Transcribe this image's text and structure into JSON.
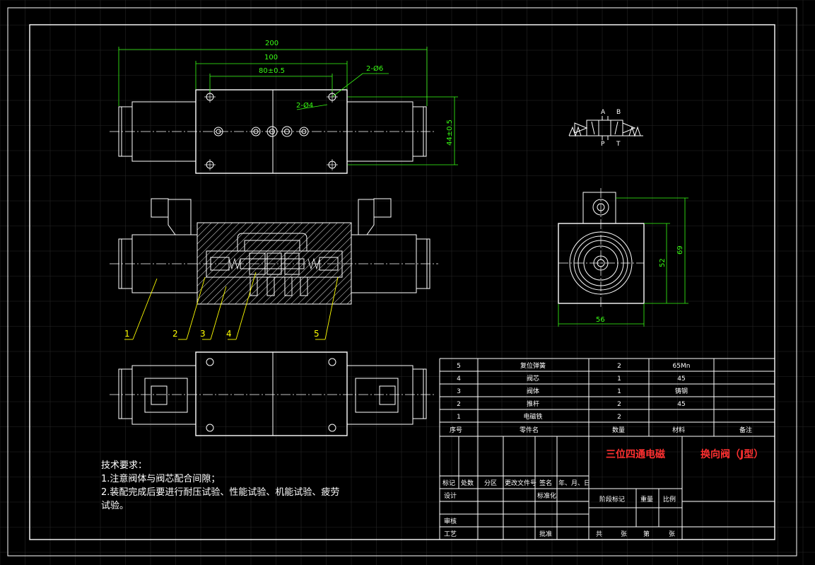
{
  "colors": {
    "background": "#000000",
    "line": "#ffffff",
    "dimension": "#39ff14",
    "leader": "#ffff00",
    "title_text": "#ff3030"
  },
  "dimensions": {
    "d200": "200",
    "d100": "100",
    "d80": "80±0.5",
    "hole6": "2-Ø6",
    "hole4": "2-Ø4",
    "d44": "44±0.5",
    "d52": "52",
    "d69": "69",
    "d56": "56"
  },
  "symbol": {
    "a": "A",
    "b": "B",
    "p": "P",
    "t": "T"
  },
  "callouts": [
    "1",
    "2",
    "3",
    "4",
    "5"
  ],
  "parts_table": {
    "rows": [
      {
        "no": "5",
        "name": "复位弹簧",
        "qty": "2",
        "material": "65Mn",
        "remark": ""
      },
      {
        "no": "4",
        "name": "阀芯",
        "qty": "1",
        "material": "45",
        "remark": ""
      },
      {
        "no": "3",
        "name": "阀体",
        "qty": "1",
        "material": "铸钢",
        "remark": ""
      },
      {
        "no": "2",
        "name": "推杆",
        "qty": "2",
        "material": "45",
        "remark": ""
      },
      {
        "no": "1",
        "name": "电磁铁",
        "qty": "2",
        "material": "",
        "remark": ""
      }
    ],
    "header": {
      "no": "序号",
      "name": "零件名",
      "qty": "数量",
      "material": "材料",
      "remark": "备注"
    }
  },
  "title_block": {
    "title_left": "三位四通电磁",
    "title_right": "换向阀（J型）",
    "rev_headers": [
      "标记",
      "处数",
      "分区",
      "更改文件号",
      "签名",
      "年、月、日"
    ],
    "design": "设计",
    "standardize": "标准化",
    "review": "审核",
    "process": "工艺",
    "approve": "批准",
    "stage_mark": "阶段标记",
    "weight": "重量",
    "scale": "比例",
    "total": "共",
    "sheets": "张",
    "page": "第",
    "sheet2": "张"
  },
  "notes": {
    "heading": "技术要求：",
    "line1": "1.注意阀体与阀芯配合间隙；",
    "line2": "2.装配完成后要进行耐压试验、性能试验、机能试验、疲劳",
    "line3": "试验。"
  }
}
